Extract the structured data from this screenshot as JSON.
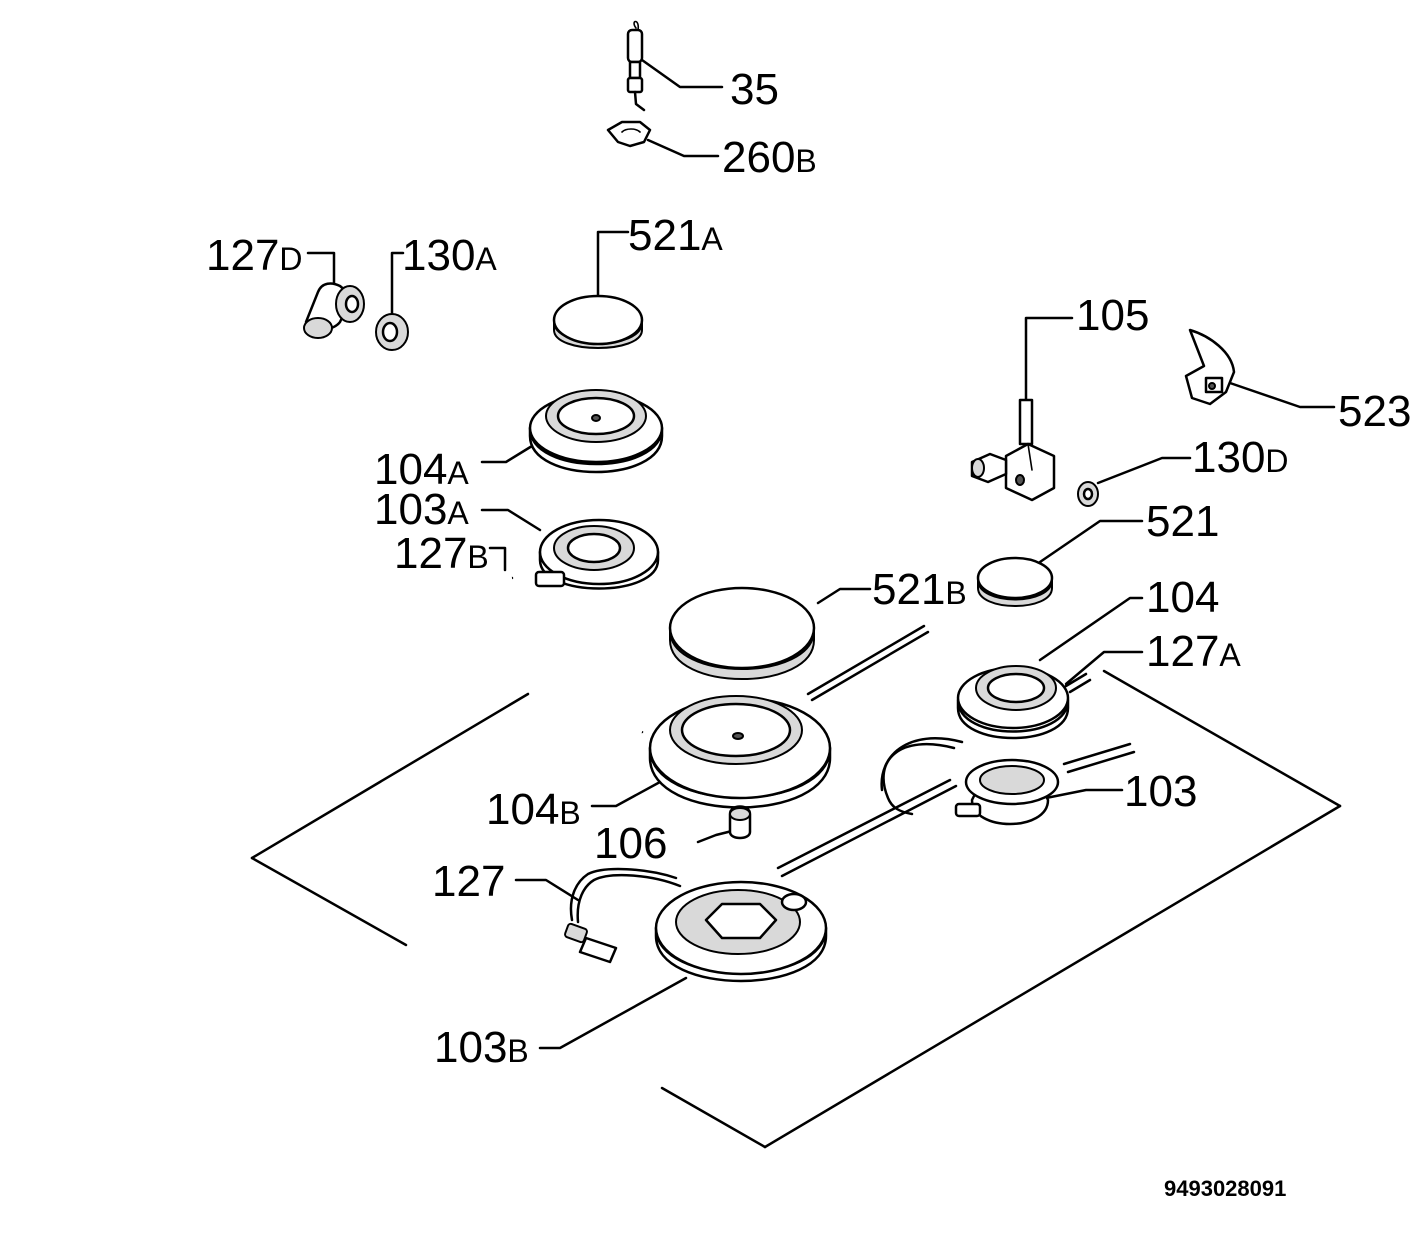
{
  "diagram": {
    "document_id": "9493028091",
    "parts": [
      {
        "num": "35",
        "suffix": ""
      },
      {
        "num": "260",
        "suffix": "B"
      },
      {
        "num": "127",
        "suffix": "D"
      },
      {
        "num": "130",
        "suffix": "A"
      },
      {
        "num": "521",
        "suffix": "A"
      },
      {
        "num": "105",
        "suffix": ""
      },
      {
        "num": "523",
        "suffix": ""
      },
      {
        "num": "104",
        "suffix": "A"
      },
      {
        "num": "103",
        "suffix": "A"
      },
      {
        "num": "130",
        "suffix": "D"
      },
      {
        "num": "127",
        "suffix": "B"
      },
      {
        "num": "521",
        "suffix": ""
      },
      {
        "num": "521",
        "suffix": "B"
      },
      {
        "num": "104",
        "suffix": ""
      },
      {
        "num": "127",
        "suffix": "A"
      },
      {
        "num": "103",
        "suffix": ""
      },
      {
        "num": "104",
        "suffix": "B"
      },
      {
        "num": "106",
        "suffix": ""
      },
      {
        "num": "127",
        "suffix": ""
      },
      {
        "num": "103",
        "suffix": "B"
      }
    ]
  }
}
